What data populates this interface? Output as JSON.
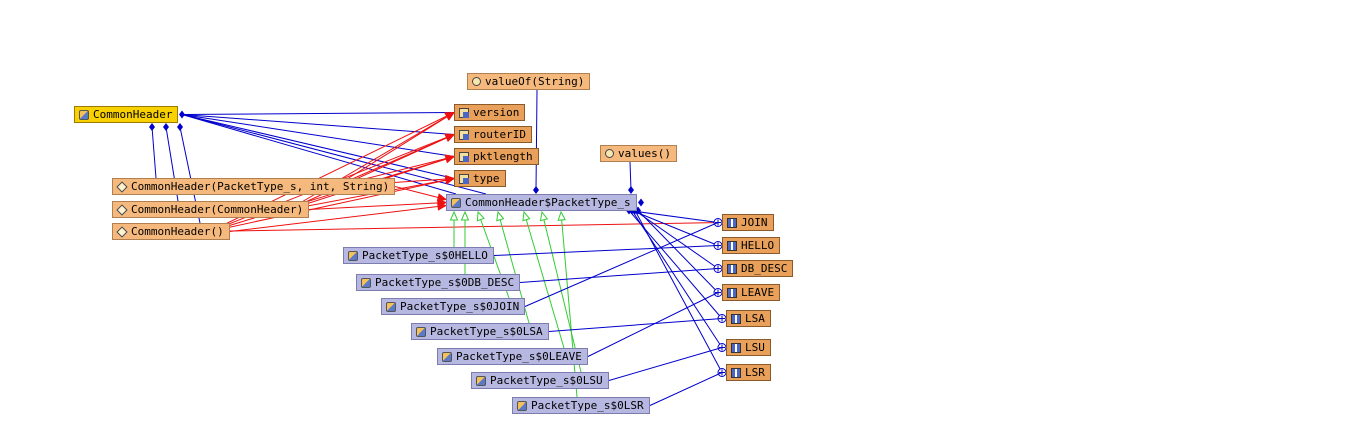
{
  "diagram": {
    "outer_class": {
      "label": "CommonHeader",
      "icon": "class-icon"
    },
    "fields": [
      {
        "label": "version",
        "icon": "field-icon"
      },
      {
        "label": "routerID",
        "icon": "field-icon"
      },
      {
        "label": "pktlength",
        "icon": "field-icon"
      },
      {
        "label": "type",
        "icon": "field-icon"
      }
    ],
    "constructors": [
      {
        "label": "CommonHeader(PacketType_s, int, String)",
        "icon": "constructor-icon"
      },
      {
        "label": "CommonHeader(CommonHeader)",
        "icon": "constructor-icon"
      },
      {
        "label": "CommonHeader()",
        "icon": "constructor-icon"
      }
    ],
    "methods": [
      {
        "label": "valueOf(String)",
        "icon": "method-icon"
      },
      {
        "label": "values()",
        "icon": "method-icon"
      }
    ],
    "enum_class": {
      "label": "CommonHeader$PacketType_s",
      "icon": "class-icon"
    },
    "subclasses": [
      {
        "label": "PacketType_s$0HELLO",
        "icon": "class-icon"
      },
      {
        "label": "PacketType_s$0DB_DESC",
        "icon": "class-icon"
      },
      {
        "label": "PacketType_s$0JOIN",
        "icon": "class-icon"
      },
      {
        "label": "PacketType_s$0LSA",
        "icon": "class-icon"
      },
      {
        "label": "PacketType_s$0LEAVE",
        "icon": "class-icon"
      },
      {
        "label": "PacketType_s$0LSU",
        "icon": "class-icon"
      },
      {
        "label": "PacketType_s$0LSR",
        "icon": "class-icon"
      }
    ],
    "literals": [
      {
        "label": "JOIN",
        "icon": "enum-literal-icon"
      },
      {
        "label": "HELLO",
        "icon": "enum-literal-icon"
      },
      {
        "label": "DB_DESC",
        "icon": "enum-literal-icon"
      },
      {
        "label": "LEAVE",
        "icon": "enum-literal-icon"
      },
      {
        "label": "LSA",
        "icon": "enum-literal-icon"
      },
      {
        "label": "LSU",
        "icon": "enum-literal-icon"
      },
      {
        "label": "LSR",
        "icon": "enum-literal-icon"
      }
    ],
    "colors": {
      "containment": "#0000cc",
      "reference": "#ee1111",
      "inheritance": "#33cc33",
      "outer_class_fill": "#f9d100",
      "member_fill": "#f6b97d",
      "subclass_fill": "#b7b8e1"
    }
  }
}
